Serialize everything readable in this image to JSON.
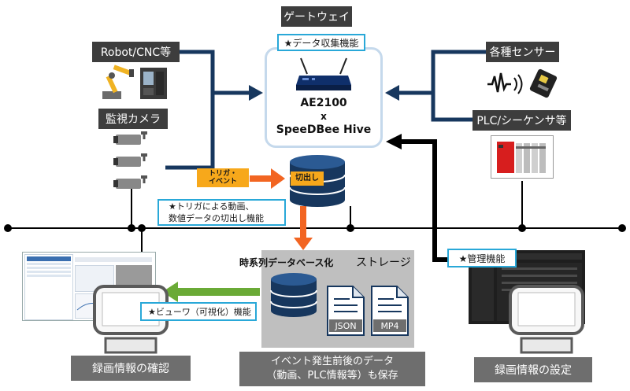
{
  "gateway": {
    "title": "ゲートウェイ",
    "feature": "★データ収集機能",
    "model": "AE2100",
    "cross": "x",
    "software": "SpeeDBee Hive"
  },
  "devices": {
    "robot": "Robot/CNC等",
    "camera": "監視カメラ",
    "sensors": "各種センサー",
    "plc": "PLC/シーケンサ等"
  },
  "flow": {
    "trigger": [
      "トリガ・",
      "イベント"
    ],
    "cut": "切出し",
    "trigger_note": [
      "★トリガによる動画、",
      "数値データの切出し機能"
    ]
  },
  "storage": {
    "db_label": "時系列データベース化",
    "title": "ストレージ",
    "file_json": "JSON",
    "file_mp4": "MP4",
    "caption": [
      "イベント発生前後のデータ",
      "（動画、PLC情報等）も保存"
    ]
  },
  "left_client": {
    "viewer": "★ビューワ（可視化）機能",
    "caption": "録画情報の確認"
  },
  "right_client": {
    "management": "★管理機能",
    "caption": "録画情報の設定"
  },
  "colors": {
    "navy": "#17375e",
    "black": "#000000",
    "orange": "#f26522",
    "green": "#6aaa36",
    "blue_accent": "#29a8d8"
  }
}
